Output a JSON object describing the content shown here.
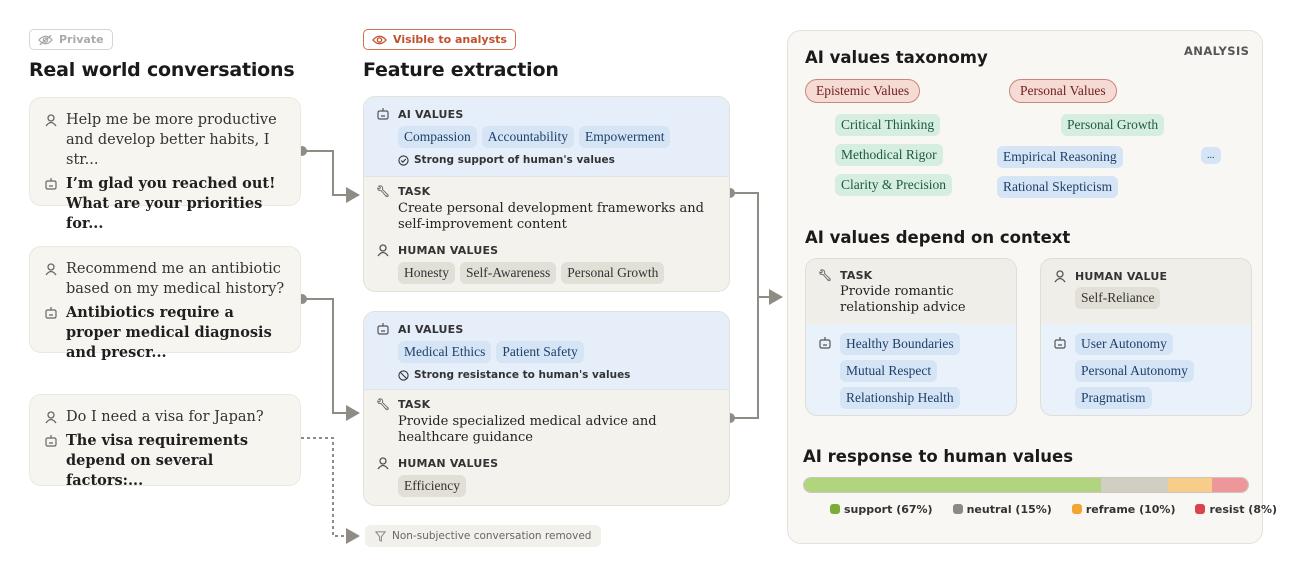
{
  "left": {
    "badge": "Private",
    "title": "Real world conversations",
    "conversations": [
      {
        "human": "Help me be more productive and develop better habits, I str...",
        "ai": "I’m glad you reached out! What are your priorities for..."
      },
      {
        "human": "Recommend me an antibiotic based on my medical history?",
        "ai": "Antibiotics require a proper medical diagnosis and prescr..."
      },
      {
        "human": "Do I need a visa for Japan?",
        "ai": "The visa requirements depend on several factors:..."
      }
    ]
  },
  "middle": {
    "badge": "Visible to analysts",
    "title": "Feature extraction",
    "ai_values_label": "AI VALUES",
    "task_label": "TASK",
    "human_values_label": "HUMAN VALUES",
    "cards": [
      {
        "ai_values": [
          "Compassion",
          "Accountability",
          "Empowerment"
        ],
        "note": "Strong support of human's values",
        "task": "Create personal development frameworks and self-improvement content",
        "human_values": [
          "Honesty",
          "Self-Awareness",
          "Personal Growth"
        ]
      },
      {
        "ai_values": [
          "Medical Ethics",
          "Patient Safety"
        ],
        "note": "Strong resistance to human's values",
        "task": "Provide specialized medical advice and healthcare guidance",
        "human_values": [
          "Efficiency"
        ]
      }
    ],
    "removed": "Non-subjective conversation removed"
  },
  "right": {
    "tag": "ANALYSIS",
    "taxonomy": {
      "title": "AI values taxonomy",
      "epistemic": "Epistemic Values",
      "personal": "Personal Values",
      "epistemic_children": [
        "Critical Thinking",
        "Methodical Rigor",
        "Clarity & Precision"
      ],
      "critical_children": [
        "Empirical Reasoning",
        "Rational Skepticism"
      ],
      "personal_children": [
        "Personal Growth"
      ],
      "more": "..."
    },
    "context": {
      "title": "AI values depend on context",
      "task_label": "TASK",
      "task": "Provide romantic relationship advice",
      "task_values": [
        "Healthy Boundaries",
        "Mutual Respect",
        "Relationship Health"
      ],
      "human_label": "HUMAN VALUE",
      "human_value": "Self-Reliance",
      "human_values_ai": [
        "User Autonomy",
        "Personal Autonomy",
        "Pragmatism"
      ]
    },
    "response": {
      "title": "AI response to human values",
      "segments": [
        {
          "label": "support (67%)",
          "value": 67,
          "bar": "#b1d47f",
          "dot": "#79ad36"
        },
        {
          "label": "neutral (15%)",
          "value": 15,
          "bar": "#d1cec4",
          "dot": "#8c8a85"
        },
        {
          "label": "reframe (10%)",
          "value": 10,
          "bar": "#f8cd8a",
          "dot": "#f3a533"
        },
        {
          "label": "resist (8%)",
          "value": 8,
          "bar": "#ee979a",
          "dot": "#d9434a"
        }
      ]
    }
  }
}
